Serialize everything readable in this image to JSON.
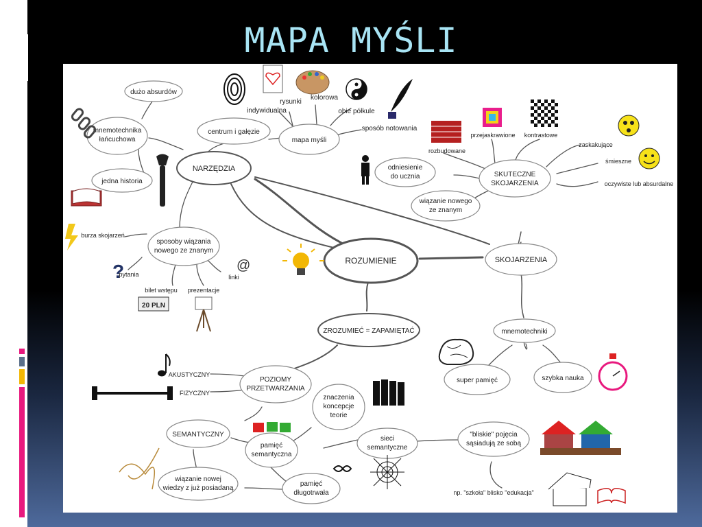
{
  "title": "MAPA MYŚLI",
  "nodes": {
    "narzedzia": "NARZĘDZIA",
    "duzo_absurdow": "dużo absurdów",
    "mnemotechnika_1": "mnemotechnika",
    "mnemotechnika_2": "łańcuchowa",
    "jedna_historia": "jedna historia",
    "centrum": "centrum i gałęzie",
    "mapa_mysli": "mapa myśli",
    "indywidualna": "indywidualna",
    "rysunki": "rysunki",
    "kolorowa": "kolorowa",
    "obie_polkule": "obie półkule",
    "sposob_notowania": "sposób notowania",
    "sposoby_1": "sposoby wiązania",
    "sposoby_2": "nowego ze znanym",
    "burza": "burza skojarzeń",
    "pytania": "pytania",
    "linki": "linki",
    "bilet": "bilet wstępu",
    "prezentacje": "prezentacje",
    "banknote": "20 PLN",
    "rozumienie": "ROZUMIENIE",
    "skojarzenia": "SKOJARZENIA",
    "skuteczne_1": "SKUTECZNE",
    "skuteczne_2": "SKOJARZENIA",
    "rozbudowane": "rozbudowane",
    "przejaskrawione": "przejaskrawione",
    "kontrastowe": "kontrastowe",
    "zaskakujace": "zaskakujące",
    "smieszne": "śmieszne",
    "oczywiste": "oczywiste lub absurdalne",
    "odniesienie_1": "odniesienie",
    "odniesienie_2": "do ucznia",
    "wiazanie_nowego_1": "wiązanie nowego",
    "wiazanie_nowego_2": "ze znanym",
    "zrozumiec": "ZROZUMIEĆ = ZAPAMIĘTAĆ",
    "mnemotechniki": "mnemotechniki",
    "super_pamiec": "super pamięć",
    "szybka_nauka": "szybka nauka",
    "poziomy_1": "POZIOMY",
    "poziomy_2": "PRZETWARZANIA",
    "akustyczny": "AKUSTYCZNY",
    "fizyczny": "FIZYCZNY",
    "semantyczny": "SEMANTYCZNY",
    "znaczenia_1": "znaczenia",
    "znaczenia_2": "koncepcje",
    "znaczenia_3": "teorie",
    "pamiec_sem_1": "pamięć",
    "pamiec_sem_2": "semantyczna",
    "sieci_1": "sieci",
    "sieci_2": "semantyczne",
    "bliskie_1": "\"bliskie\" pojęcia",
    "bliskie_2": "sąsiadują ze sobą",
    "szkola": "np. \"szkoła\" blisko \"edukacja\"",
    "wiazanie_nowej_1": "wiązanie nowej",
    "wiazanie_nowej_2": "wiedzy z już posiadaną",
    "dlugotrwala_1": "pamięć",
    "dlugotrwala_2": "długotrwała"
  },
  "icons": [
    "fingerprint-icon",
    "heart-drawing-icon",
    "palette-icon",
    "yin-yang-icon",
    "quill-icon",
    "chain-icon",
    "book-icon",
    "wrench-icon",
    "brick-wall-icon",
    "colored-square-icon",
    "checkerboard-icon",
    "surprised-face-icon",
    "smiley-icon",
    "person-icon",
    "lightning-icon",
    "question-mark-icon",
    "at-sign-icon",
    "banknote-icon",
    "easel-icon",
    "lightbulb-icon",
    "brain-icon",
    "stopwatch-icon",
    "music-note-icon",
    "barbell-icon",
    "books-icon",
    "puzzle-icon",
    "spiderweb-icon",
    "infinity-icon",
    "houses-icon",
    "house-icon",
    "open-book-icon",
    "string-knot-icon"
  ],
  "colors": {
    "title": "#a8e4f4",
    "accent_pink": "#e8197e",
    "accent_yellow": "#f2b705",
    "accent_gray": "#5a6f8a"
  }
}
